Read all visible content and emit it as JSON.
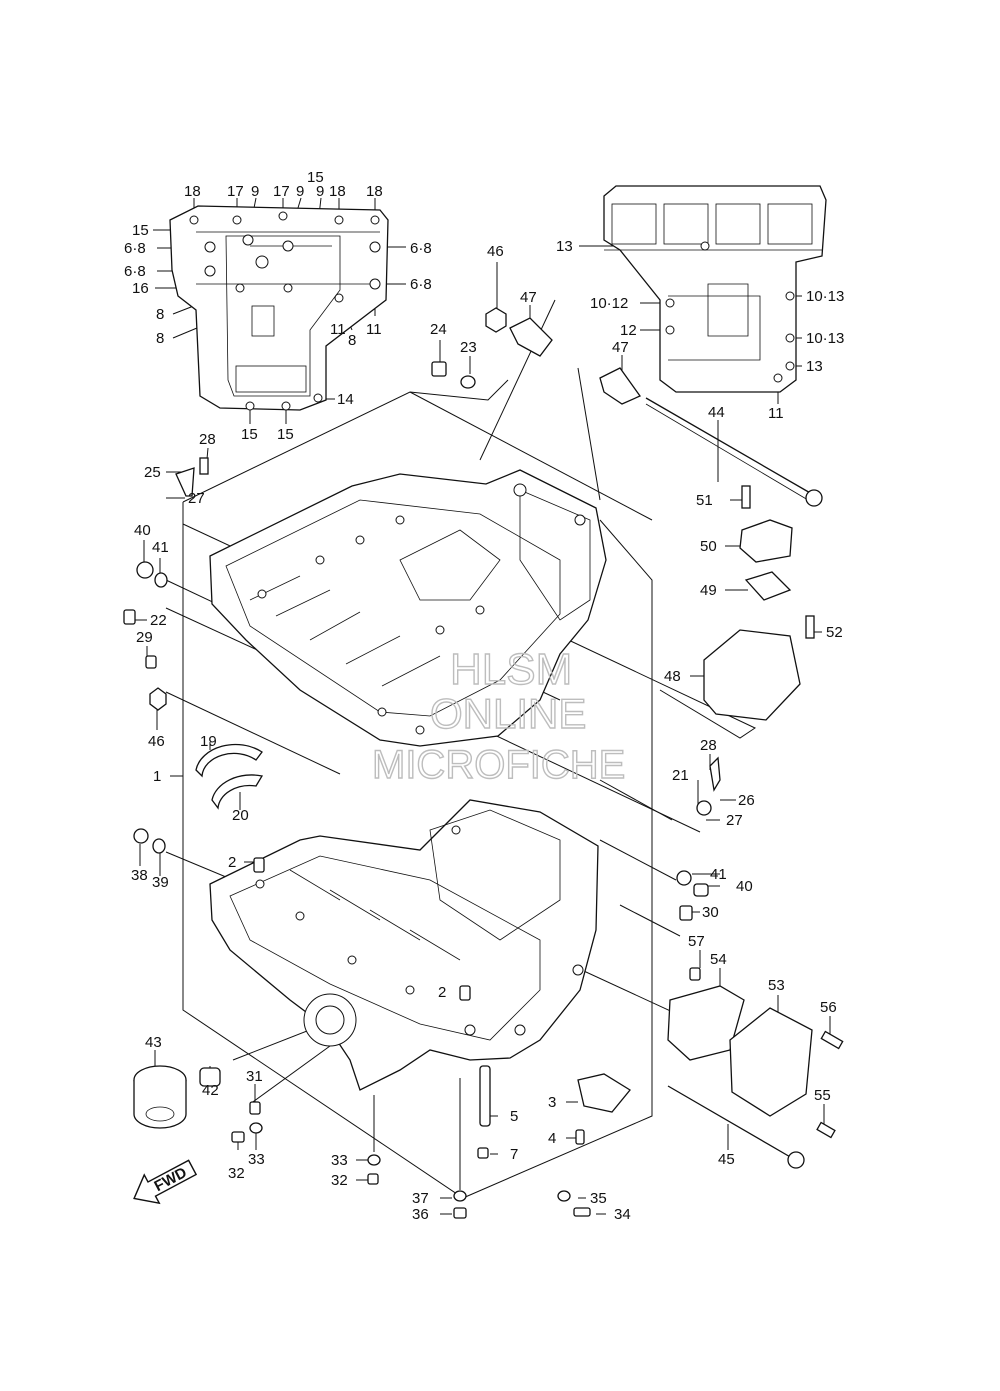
{
  "callouts": [
    {
      "id": "c-18a",
      "text": "18"
    },
    {
      "id": "c-17a",
      "text": "17"
    },
    {
      "id": "c-9a",
      "text": "9"
    },
    {
      "id": "c-17b",
      "text": "17"
    },
    {
      "id": "c-9b",
      "text": "9"
    },
    {
      "id": "c-15a",
      "text": "15"
    },
    {
      "id": "c-9c",
      "text": "9"
    },
    {
      "id": "c-18b",
      "text": "18"
    },
    {
      "id": "c-18c",
      "text": "18"
    },
    {
      "id": "c-15b",
      "text": "15"
    },
    {
      "id": "c-68a",
      "text": "6·8"
    },
    {
      "id": "c-68b",
      "text": "6·8"
    },
    {
      "id": "c-68c",
      "text": "6·8"
    },
    {
      "id": "c-68d",
      "text": "6·8"
    },
    {
      "id": "c-16",
      "text": "16"
    },
    {
      "id": "c-8a",
      "text": "8"
    },
    {
      "id": "c-8b",
      "text": "8"
    },
    {
      "id": "c-8c",
      "text": "8"
    },
    {
      "id": "c-11a",
      "text": "11"
    },
    {
      "id": "c-11b",
      "text": "11"
    },
    {
      "id": "c-14",
      "text": "14"
    },
    {
      "id": "c-15c",
      "text": "15"
    },
    {
      "id": "c-15d",
      "text": "15"
    },
    {
      "id": "c-13a",
      "text": "13"
    },
    {
      "id": "c-1012a",
      "text": "10·12"
    },
    {
      "id": "c-12",
      "text": "12"
    },
    {
      "id": "c-1013a",
      "text": "10·13"
    },
    {
      "id": "c-1013b",
      "text": "10·13"
    },
    {
      "id": "c-13b",
      "text": "13"
    },
    {
      "id": "c-11c",
      "text": "11"
    },
    {
      "id": "c-46a",
      "text": "46"
    },
    {
      "id": "c-47a",
      "text": "47"
    },
    {
      "id": "c-24",
      "text": "24"
    },
    {
      "id": "c-23",
      "text": "23"
    },
    {
      "id": "c-47b",
      "text": "47"
    },
    {
      "id": "c-44",
      "text": "44"
    },
    {
      "id": "c-28a",
      "text": "28"
    },
    {
      "id": "c-25",
      "text": "25"
    },
    {
      "id": "c-27a",
      "text": "27"
    },
    {
      "id": "c-40a",
      "text": "40"
    },
    {
      "id": "c-41a",
      "text": "41"
    },
    {
      "id": "c-22",
      "text": "22"
    },
    {
      "id": "c-29",
      "text": "29"
    },
    {
      "id": "c-46b",
      "text": "46"
    },
    {
      "id": "c-19",
      "text": "19"
    },
    {
      "id": "c-1",
      "text": "1"
    },
    {
      "id": "c-20",
      "text": "20"
    },
    {
      "id": "c-38",
      "text": "38"
    },
    {
      "id": "c-39",
      "text": "39"
    },
    {
      "id": "c-2a",
      "text": "2"
    },
    {
      "id": "c-2b",
      "text": "2"
    },
    {
      "id": "c-51",
      "text": "51"
    },
    {
      "id": "c-50",
      "text": "50"
    },
    {
      "id": "c-49",
      "text": "49"
    },
    {
      "id": "c-52",
      "text": "52"
    },
    {
      "id": "c-48",
      "text": "48"
    },
    {
      "id": "c-28b",
      "text": "28"
    },
    {
      "id": "c-21",
      "text": "21"
    },
    {
      "id": "c-26",
      "text": "26"
    },
    {
      "id": "c-27b",
      "text": "27"
    },
    {
      "id": "c-41b",
      "text": "41"
    },
    {
      "id": "c-40b",
      "text": "40"
    },
    {
      "id": "c-30",
      "text": "30"
    },
    {
      "id": "c-57",
      "text": "57"
    },
    {
      "id": "c-54",
      "text": "54"
    },
    {
      "id": "c-53",
      "text": "53"
    },
    {
      "id": "c-56",
      "text": "56"
    },
    {
      "id": "c-55",
      "text": "55"
    },
    {
      "id": "c-45",
      "text": "45"
    },
    {
      "id": "c-43",
      "text": "43"
    },
    {
      "id": "c-42",
      "text": "42"
    },
    {
      "id": "c-31",
      "text": "31"
    },
    {
      "id": "c-32a",
      "text": "32"
    },
    {
      "id": "c-33a",
      "text": "33"
    },
    {
      "id": "c-33b",
      "text": "33"
    },
    {
      "id": "c-32b",
      "text": "32"
    },
    {
      "id": "c-5",
      "text": "5"
    },
    {
      "id": "c-7",
      "text": "7"
    },
    {
      "id": "c-3",
      "text": "3"
    },
    {
      "id": "c-4",
      "text": "4"
    },
    {
      "id": "c-37",
      "text": "37"
    },
    {
      "id": "c-36",
      "text": "36"
    },
    {
      "id": "c-35",
      "text": "35"
    },
    {
      "id": "c-34",
      "text": "34"
    }
  ],
  "watermark": [
    "HLSM",
    "ONLINE",
    "MICROFICHE"
  ],
  "fwd_label": "FWD"
}
